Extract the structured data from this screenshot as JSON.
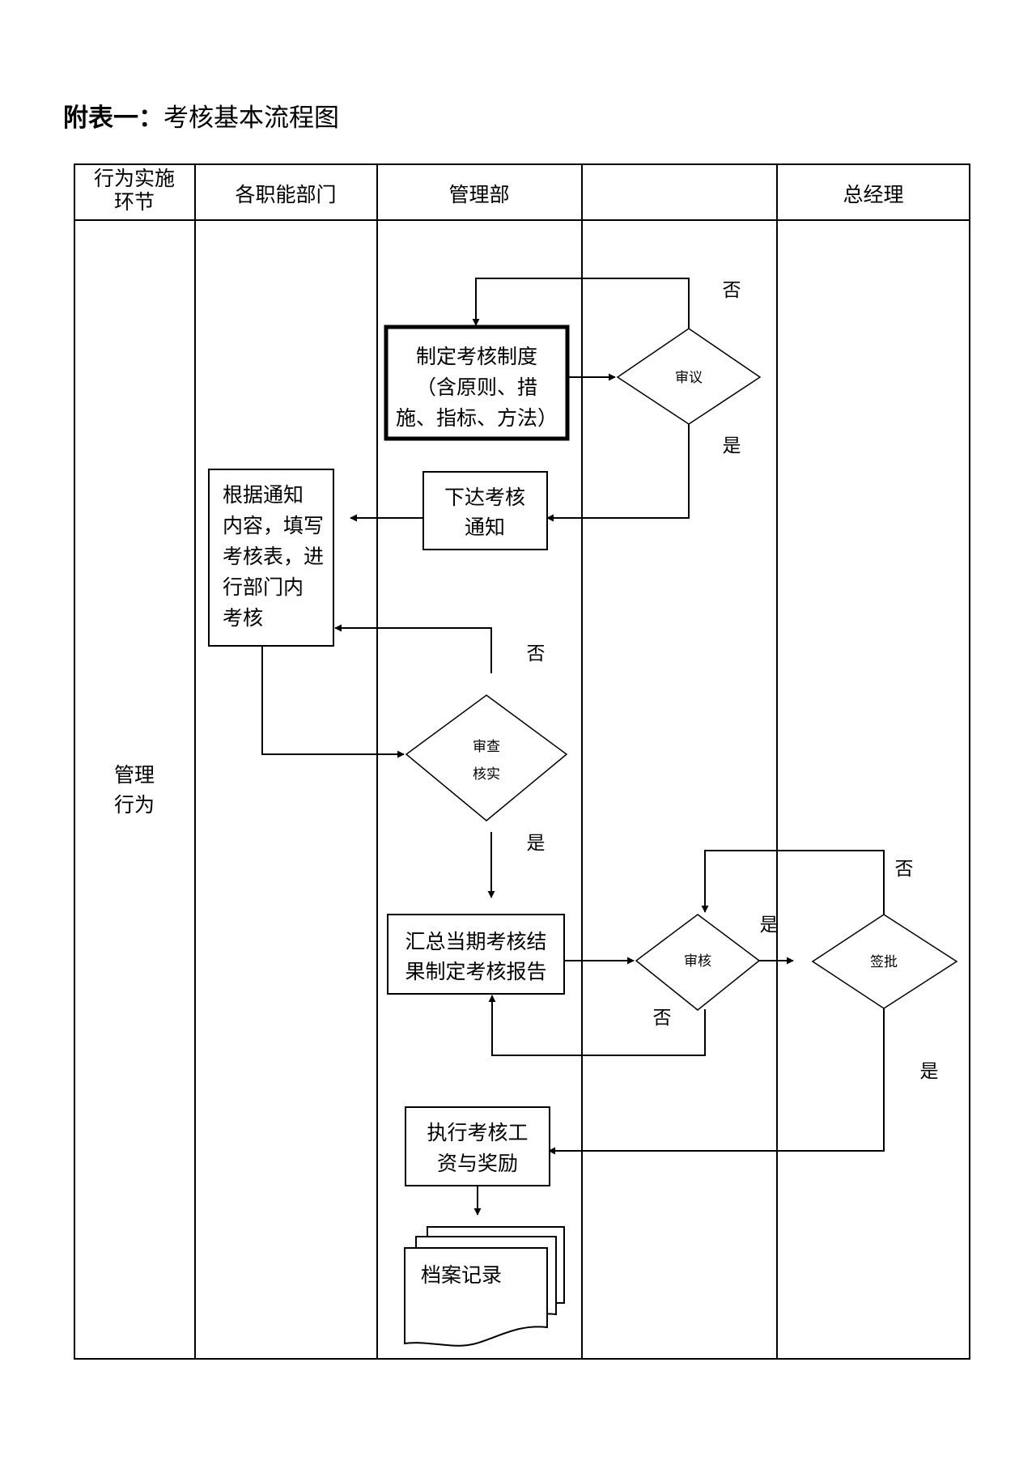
{
  "title": {
    "bold": "附表一：",
    "normal": "考核基本流程图"
  },
  "headers": {
    "stage_line1": "行为实施",
    "stage_line2": "环节",
    "departments": "各职能部门",
    "management": "管理部",
    "column4": "",
    "general_manager": "总经理"
  },
  "row_label": {
    "line1": "管理",
    "line2": "行为"
  },
  "nodes": {
    "formulate": {
      "line1": "制定考核制度",
      "line2": "（含原则、措",
      "line3": "施、指标、方法）"
    },
    "deliberate": {
      "label": "审议"
    },
    "notice": {
      "line1": "下达考核",
      "line2": "通知"
    },
    "dept_review": {
      "line1": "根据通知",
      "line2": "内容，填写",
      "line3": "考核表，进",
      "line4": "行部门内",
      "line5": "考核"
    },
    "verify": {
      "line1": "审查",
      "line2": "核实"
    },
    "summary": {
      "line1": "汇总当期考核结",
      "line2": "果制定考核报告"
    },
    "audit": {
      "label": "审核"
    },
    "approve": {
      "label": "签批"
    },
    "execute": {
      "line1": "执行考核工",
      "line2": "资与奖励"
    },
    "archive": {
      "label": "档案记录"
    }
  },
  "labels": {
    "no1": "否",
    "yes1": "是",
    "no2": "否",
    "yes2": "是",
    "no3": "否",
    "yes3": "是",
    "no4": "否",
    "yes4": "是"
  }
}
